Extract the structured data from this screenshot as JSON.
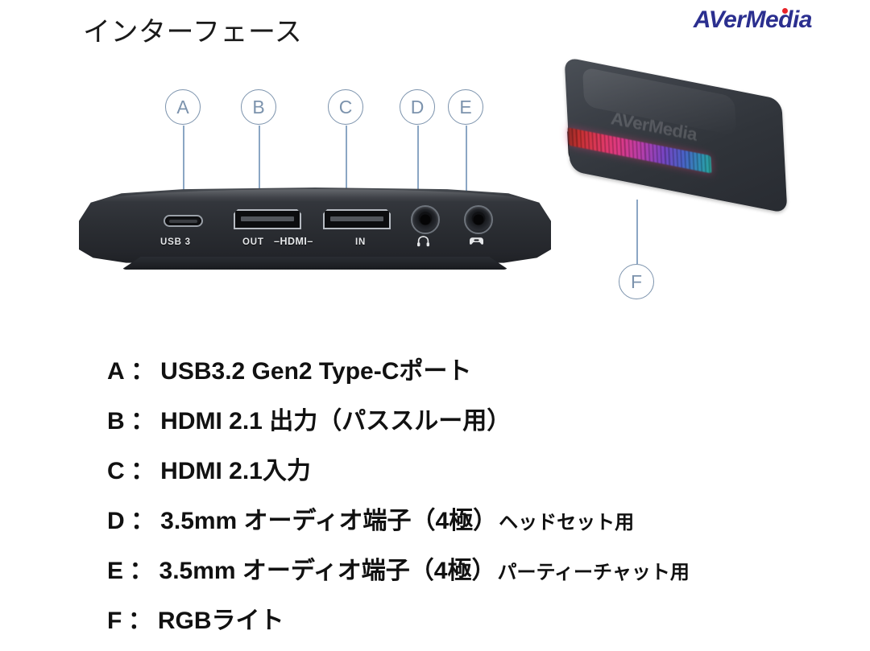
{
  "header": {
    "title": "インターフェース",
    "brand": "AVerMedia"
  },
  "callouts": [
    {
      "id": "A",
      "label": "A"
    },
    {
      "id": "B",
      "label": "B"
    },
    {
      "id": "C",
      "label": "C"
    },
    {
      "id": "D",
      "label": "D"
    },
    {
      "id": "E",
      "label": "E"
    },
    {
      "id": "F",
      "label": "F"
    }
  ],
  "device_front": {
    "port_labels": {
      "usb3": "USB 3",
      "out": "OUT",
      "hdmi": "–HDMI–",
      "in": "IN",
      "headset_icon": "headphone-icon",
      "gamepad_icon": "gamepad-icon"
    }
  },
  "device_photo": {
    "emboss_text": "AVerMedia",
    "rgb_colors": [
      "#c4302f",
      "#e0395c",
      "#e03a86",
      "#b63fae",
      "#7a45c4",
      "#4a63c8",
      "#2f92b4",
      "#2aa79a"
    ]
  },
  "legend": {
    "rows": [
      {
        "key": "A",
        "sep": "：",
        "main": "USB3.2 Gen2 Type-Cポート",
        "sub": ""
      },
      {
        "key": "B",
        "sep": "：",
        "main": "HDMI 2.1 出力（パススルー用）",
        "sub": ""
      },
      {
        "key": "C",
        "sep": "：",
        "main": "HDMI 2.1入力",
        "sub": ""
      },
      {
        "key": "D",
        "sep": "：",
        "main": "3.5mm オーディオ端子（4極）",
        "sub": "ヘッドセット用"
      },
      {
        "key": "E",
        "sep": "：",
        "main": "3.5mm オーディオ端子（4極）",
        "sub": "パーティーチャット用"
      },
      {
        "key": "F",
        "sep": "：",
        "main": "RGBライト",
        "sub": ""
      }
    ]
  },
  "colors": {
    "background": "#ffffff",
    "text": "#111111",
    "brand_blue": "#2b2f8f",
    "brand_red": "#e8232a",
    "callout_stroke": "#7c93ad",
    "leader_line": "#8ba6c4",
    "device_body": "#2b2e33"
  }
}
